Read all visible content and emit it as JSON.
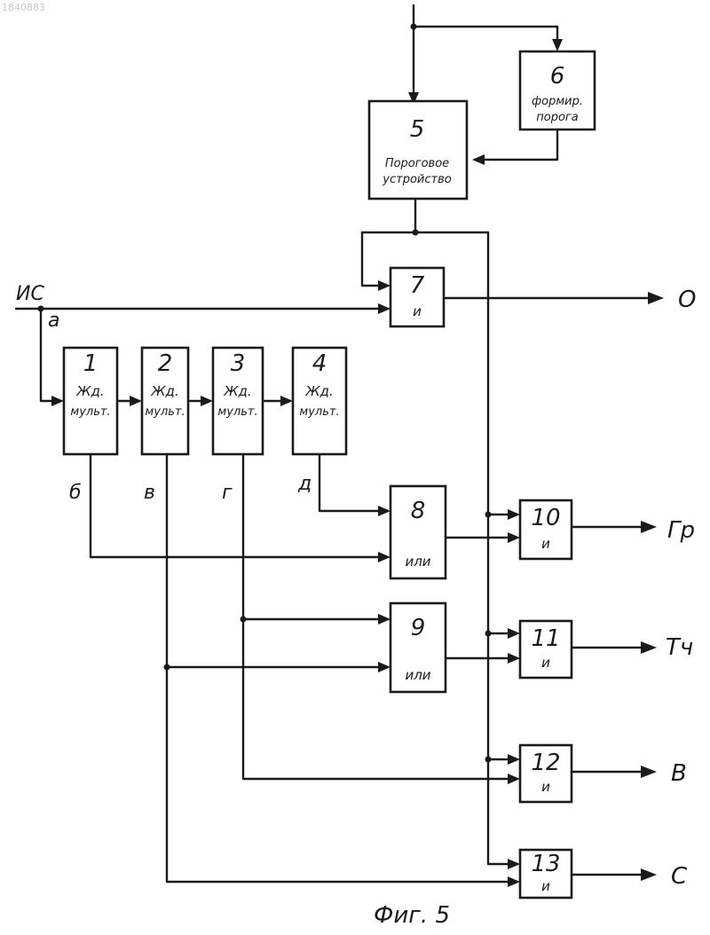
{
  "watermark": "1840883",
  "blocks": {
    "b1": {
      "num": "1",
      "line1": "Жд.",
      "line2": "мульт."
    },
    "b2": {
      "num": "2",
      "line1": "Жд.",
      "line2": "мульт."
    },
    "b3": {
      "num": "3",
      "line1": "Жд.",
      "line2": "мульт."
    },
    "b4": {
      "num": "4",
      "line1": "Жд.",
      "line2": "мульт."
    },
    "b5": {
      "num": "5",
      "line1": "Пороговое",
      "line2": "устройство"
    },
    "b6": {
      "num": "6",
      "line1": "формир.",
      "line2": "порога"
    },
    "b7": {
      "num": "7",
      "line1": "и"
    },
    "b8": {
      "num": "8",
      "line1": "или"
    },
    "b9": {
      "num": "9",
      "line1": "или"
    },
    "b10": {
      "num": "10",
      "line1": "и"
    },
    "b11": {
      "num": "11",
      "line1": "и"
    },
    "b12": {
      "num": "12",
      "line1": "и"
    },
    "b13": {
      "num": "13",
      "line1": "и"
    }
  },
  "signals": {
    "input": "ИС",
    "a": "а",
    "b": "б",
    "v": "в",
    "g": "г",
    "d": "д"
  },
  "outputs": {
    "o": "О",
    "gr": "Гр",
    "tch": "Тч",
    "v": "В",
    "c": "С"
  },
  "caption": "Фиг. 5"
}
